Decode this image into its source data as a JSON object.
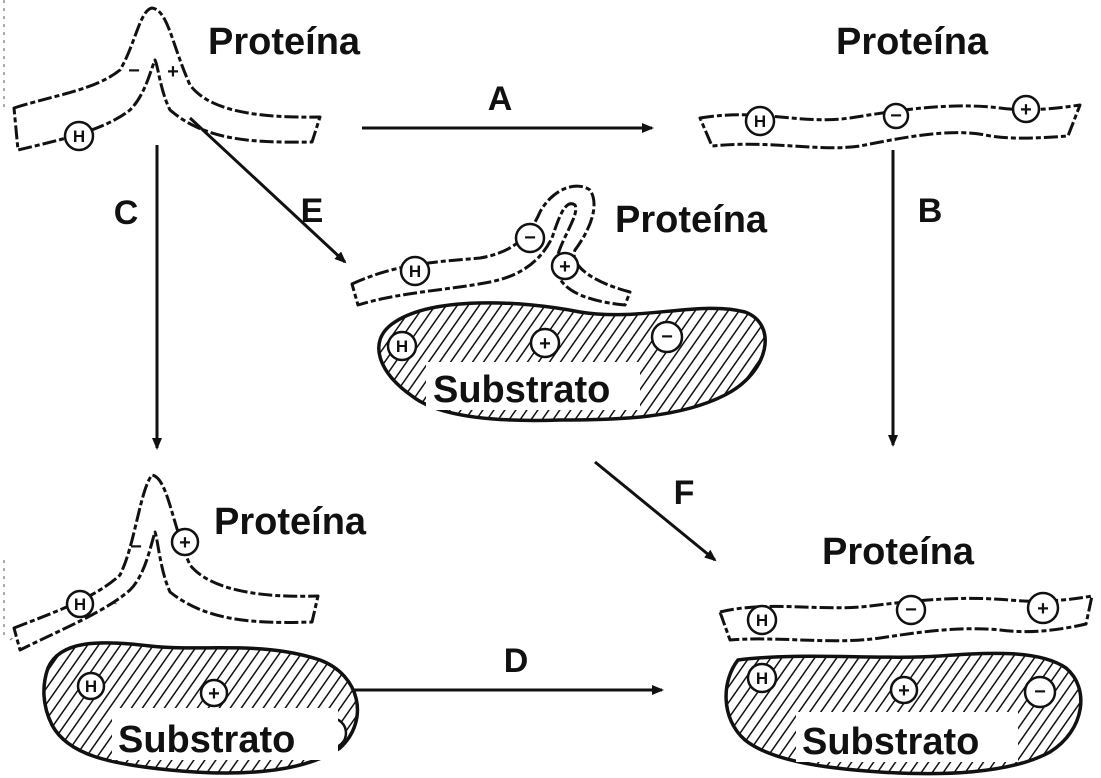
{
  "labels": {
    "protein": "Proteína",
    "substrate": "Substrato"
  },
  "arrows": {
    "a": "A",
    "b": "B",
    "c": "C",
    "d": "D",
    "e": "E",
    "f": "F"
  },
  "charges": {
    "hydrophobic": "H",
    "negative": "−",
    "positive": "+"
  },
  "colors": {
    "ink": "#111111",
    "background": "#ffffff"
  }
}
